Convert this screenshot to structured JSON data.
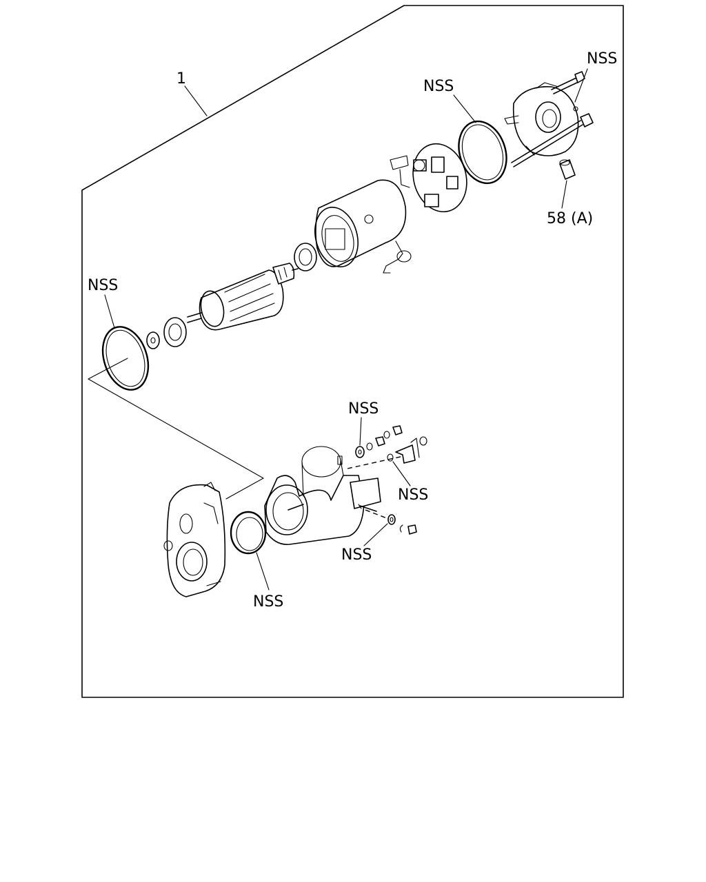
{
  "diagram": {
    "callouts": {
      "assembly": "1",
      "rear_cover_bolt": "NSS",
      "rear_oring": "NSS",
      "rear_bushing": "58 (A)",
      "front_oring": "NSS",
      "terminal_washer": "NSS",
      "terminal_link": "NSS",
      "solenoid_washer": "NSS",
      "housing_gasket": "NSS"
    }
  }
}
